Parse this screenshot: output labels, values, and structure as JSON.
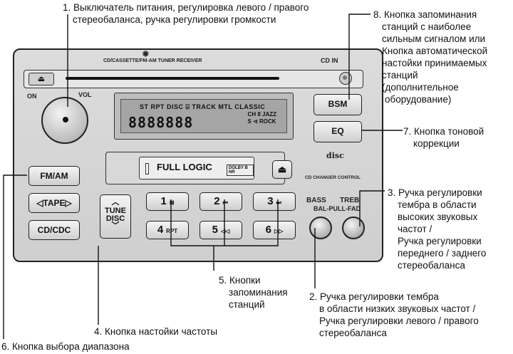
{
  "annotations": {
    "a1": [
      "1. Выключатель питания, регулировка левого / правого",
      "стереобаланса, ручка регулировки громкости"
    ],
    "a8": [
      "8. Кнопка запоминания",
      "станций с наиболее",
      "сильным сигналом или",
      "Кнопка автоматической",
      "настойки принимаемых",
      "станций",
      " (дополнительное",
      "оборудование)"
    ],
    "a7": [
      "7. Кнопка тоновой",
      "коррекции"
    ],
    "a3": [
      "3. Ручка регулировки",
      "тембра в области",
      "высоких звуковых",
      "частот /",
      "Ручка регулировки",
      "переднего / заднего",
      "стереобаланса"
    ],
    "a5": [
      "5. Кнопки",
      "запоминания",
      "станций"
    ],
    "a2": [
      "2. Ручка регулировки тембра",
      "в области низких звуковых частот /",
      "Ручка регулировки левого / правого",
      "стереобаланса"
    ],
    "a4": [
      "4. Кнопка настойки частоты"
    ],
    "a6": [
      "6. Кнопка выбора диапазона"
    ]
  },
  "radio": {
    "brand_label": "CD/CASSETTE/FM-AM TUNER RECEIVER",
    "cd_in": "CD  IN",
    "eject_symbol": "⏏",
    "on_label": "ON",
    "vol_label": "VOL",
    "display": {
      "tags": "ST  RPT  DISC ⌹ TRACK  MTL  CLASSIC",
      "digits": "8888888",
      "side_lines": [
        "CH 8  JAZZ",
        "S ⊲  ROCK"
      ]
    },
    "cassette": {
      "label": "FULL LOGIC",
      "dolby": "DOLBY B NR",
      "cd_changer": "CD CHANGER CONTROL",
      "disc_logo": "disc"
    },
    "buttons": {
      "bsm": "BSM",
      "eq": "EQ",
      "fmam": "FM/AM",
      "tape": "◁TAPE▷",
      "cdcdc": "CD/CDC",
      "tune_top": "TUNE",
      "tune_bottom": "DISC",
      "bass": "BASS",
      "treb": "TREB",
      "bal_pull_fad": "BAL-PULL-FAD"
    },
    "presets": [
      {
        "num": "1",
        "sub": "⊠"
      },
      {
        "num": "2",
        "sub": "⏮"
      },
      {
        "num": "3",
        "sub": "⏭"
      },
      {
        "num": "4",
        "sub": "RPT"
      },
      {
        "num": "5",
        "sub": "◁◁"
      },
      {
        "num": "6",
        "sub": "▷▷"
      }
    ]
  }
}
